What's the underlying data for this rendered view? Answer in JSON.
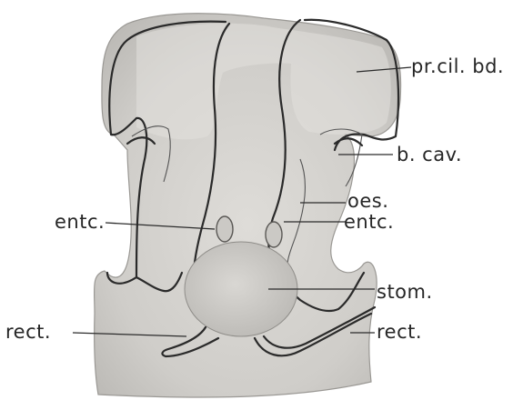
{
  "labels": {
    "pr_cil_bd": "pr.cil. bd.",
    "b_cav": "b. cav.",
    "oes": "oes.",
    "entc_right": "entc.",
    "entc_left": "entc.",
    "stom": "stom.",
    "rect_left": "rect.",
    "rect_right": "rect."
  }
}
